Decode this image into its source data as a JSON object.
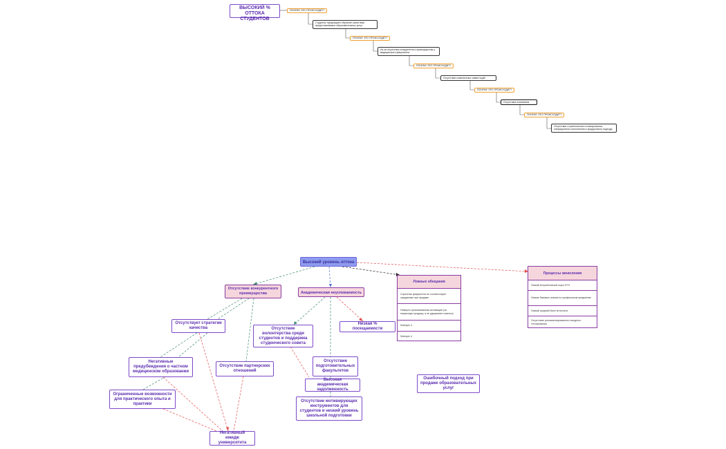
{
  "five_whys": {
    "title": "ВЫСОКИЙ % ОТТОКА СТУДЕНТОВ",
    "steps": [
      {
        "why": "ПОЧЕМУ ЭТО ПРОИСХОДИТ?",
        "answer": "Студенты прекращают обучение качеством предоставляемых образовательных услуг"
      },
      {
        "why": "ПОЧЕМУ ЭТО ПРОИСХОДИТ?",
        "answer": "Из-за отсутствия конкурентного преимущества у медицинского факультета"
      },
      {
        "why": "ПОЧЕМУ ЭТО ПРОИСХОДИТ?",
        "answer": "Отсутствие комплексных инвестиций"
      },
      {
        "why": "ПОЧЕМУ ЭТО ПРОИСХОДИТ?",
        "answer": "Отсутствие понимания"
      },
      {
        "why": "ПОЧЕМУ ЭТО ПРОИСХОДИТ?",
        "answer": "Отсутствие стратегического планирования, операционного исполнения и продуктового подхода"
      }
    ]
  },
  "mindmap": {
    "root": "Высокий уровень оттока",
    "branch_competitive": "Отсутствие конкурентного преимущества",
    "branch_academic": "Академическая неуспеваемость",
    "no_strategy": "Отсутствует стратегия качества",
    "prejudice": "Негативные предубеждения о частном медицинском образовании",
    "limited_practice": "Ограниченные возможности для практического опыта и практики",
    "no_partners": "Отсутствие партнерских отношений",
    "negative_image": "Негативный имидж университета",
    "volunteering": "Отсутствие волонтерства среди студентов и поддержка студенческого совета",
    "low_attendance": "Низкая % посещаемости",
    "no_prep": "Отсутствие подготовительных факультетов",
    "debt": "Высокая академическая задолженность",
    "no_motivation": "Отсутствие мотивирующих инструментов для студентов и низкий уровень школьной подготовки",
    "wrong_approach": "Ошибочный подход при продаже образовательных услуг",
    "promises": {
      "title": "Ложные обещания",
      "rows": [
        "Стратегия факультета не соответствует ожиданиям при продаже",
        "Неверно организованная мотивация (за первичную продажу, а не удержание клиента)",
        "Subtopic 3",
        "Subtopic 4"
      ]
    },
    "enrollment": {
      "title": "Процессы зачисления",
      "rows": [
        "Низкий вступительный порог ЕГЭ",
        "Низкие базовые знания по профильным предметам",
        "Низкий средний балл аттестата",
        "Отсутствие регламентированного входного тестирования"
      ]
    }
  },
  "colors": {
    "purple_text": "#5b2bb0",
    "pink_fill": "#f6d6dd",
    "root_fill": "#8e9cf0",
    "why_border": "#f0a030",
    "link_green": "#3e8a6e",
    "link_red": "#e34b4b",
    "link_blue": "#4a6fd0"
  }
}
